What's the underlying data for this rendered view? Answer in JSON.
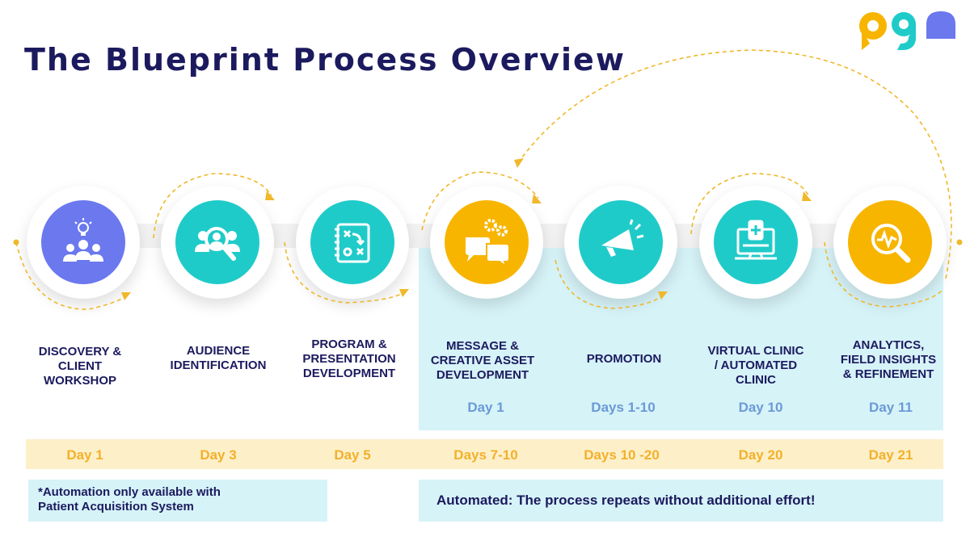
{
  "title": "The Blueprint Process Overview",
  "colors": {
    "navy": "#1c1a5e",
    "teal": "#1fcbc9",
    "yellow": "#f7b500",
    "purple": "#6b78ee",
    "panel": "#d6f3f8",
    "day_bar": "#fdf0c9",
    "day_text": "#f3b02b",
    "auto_day_text": "#6b9ad6"
  },
  "steps": [
    {
      "label": "DISCOVERY &\nCLIENT\nWORKSHOP",
      "icon": "lightbulb-team-icon",
      "color": "purple",
      "day": "Day 1"
    },
    {
      "label": "AUDIENCE\nIDENTIFICATION",
      "icon": "audience-search-icon",
      "color": "teal",
      "day": "Day 3"
    },
    {
      "label": "PROGRAM &\nPRESENTATION\nDEVELOPMENT",
      "icon": "strategy-board-icon",
      "color": "teal",
      "day": "Day 5"
    },
    {
      "label": "MESSAGE &\nCREATIVE ASSET\nDEVELOPMENT",
      "icon": "chat-gears-icon",
      "color": "yellow",
      "day": "Days 7-10",
      "auto_day": "Day 1"
    },
    {
      "label": "PROMOTION",
      "icon": "megaphone-icon",
      "color": "teal",
      "day": "Days 10 -20",
      "auto_day": "Days 1-10"
    },
    {
      "label": "VIRTUAL CLINIC\n/ AUTOMATED\nCLINIC",
      "icon": "laptop-medical-icon",
      "color": "teal",
      "day": "Day 20",
      "auto_day": "Day 10"
    },
    {
      "label": "ANALYTICS,\nFIELD INSIGHTS\n& REFINEMENT",
      "icon": "analytics-magnifier-icon",
      "color": "yellow",
      "day": "Day 21",
      "auto_day": "Day 11"
    }
  ],
  "notes": {
    "left": "*Automation only available with\n Patient Acquisition System",
    "right": "Automated: The process repeats without additional effort!"
  }
}
